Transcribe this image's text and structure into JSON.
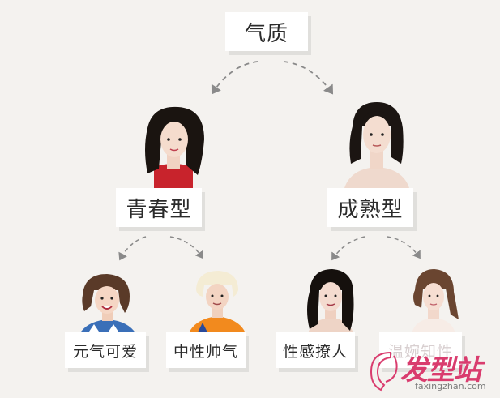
{
  "diagram": {
    "root": {
      "label": "气质"
    },
    "branches": [
      {
        "label": "青春型",
        "children": [
          {
            "label": "元气可爱"
          },
          {
            "label": "中性帅气"
          }
        ]
      },
      {
        "label": "成熟型",
        "children": [
          {
            "label": "性感撩人"
          },
          {
            "label": "温婉知性"
          }
        ]
      }
    ]
  },
  "watermark": {
    "brand": "发型站",
    "url": "faxingzhan.com"
  },
  "colors": {
    "background": "#f4f2ef",
    "box": "#ffffff",
    "text": "#2b2b2b",
    "arrow": "#8a8a8a",
    "watermark": "#d93c6e"
  }
}
